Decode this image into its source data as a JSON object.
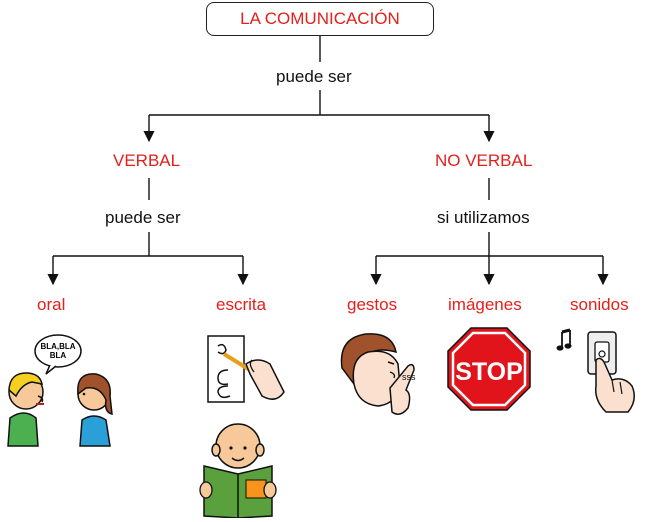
{
  "root": "LA COMUNICACIÓN",
  "root_link": "puede ser",
  "branches": {
    "verbal": {
      "label": "VERBAL",
      "link": "puede ser",
      "children": {
        "oral": "oral",
        "escrita": "escrita"
      }
    },
    "no_verbal": {
      "label": "NO VERBAL",
      "link": "si utilizamos",
      "children": {
        "gestos": "gestos",
        "imagenes": "imágenes",
        "sonidos": "sonidos"
      }
    }
  },
  "pictograms": {
    "speech_bubble": "BLA,BLA\nBLA",
    "whisper": "sss",
    "stop_sign": "STOP"
  },
  "colors": {
    "concept": "#e3201b",
    "link": "#111111",
    "stop": "#e2141b"
  }
}
